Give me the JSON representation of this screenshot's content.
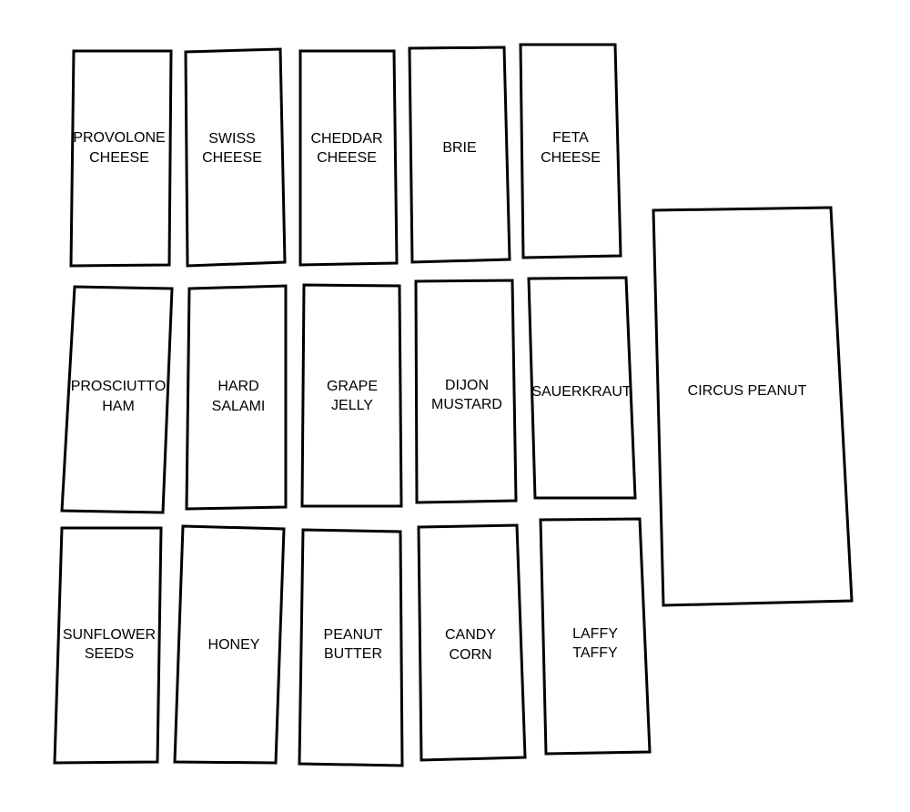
{
  "cards": [
    {
      "lines": [
        "PROVOLONE",
        "CHEESE"
      ]
    },
    {
      "lines": [
        "SWISS",
        "CHEESE"
      ]
    },
    {
      "lines": [
        "CHEDDAR",
        "CHEESE"
      ]
    },
    {
      "lines": [
        "BRIE"
      ]
    },
    {
      "lines": [
        "FETA",
        "CHEESE"
      ]
    },
    {
      "lines": [
        "PROSCIUTTO",
        "HAM"
      ]
    },
    {
      "lines": [
        "HARD",
        "SALAMI"
      ]
    },
    {
      "lines": [
        "GRAPE",
        "JELLY"
      ]
    },
    {
      "lines": [
        "DIJON",
        "MUSTARD"
      ]
    },
    {
      "lines": [
        "SAUERKRAUT"
      ]
    },
    {
      "lines": [
        "SUNFLOWER",
        "SEEDS"
      ]
    },
    {
      "lines": [
        "HONEY"
      ]
    },
    {
      "lines": [
        "PEANUT",
        "BUTTER"
      ]
    },
    {
      "lines": [
        "CANDY",
        "CORN"
      ]
    },
    {
      "lines": [
        "LAFFY",
        "TAFFY"
      ]
    },
    {
      "lines": [
        "CIRCUS PEANUT"
      ]
    }
  ]
}
